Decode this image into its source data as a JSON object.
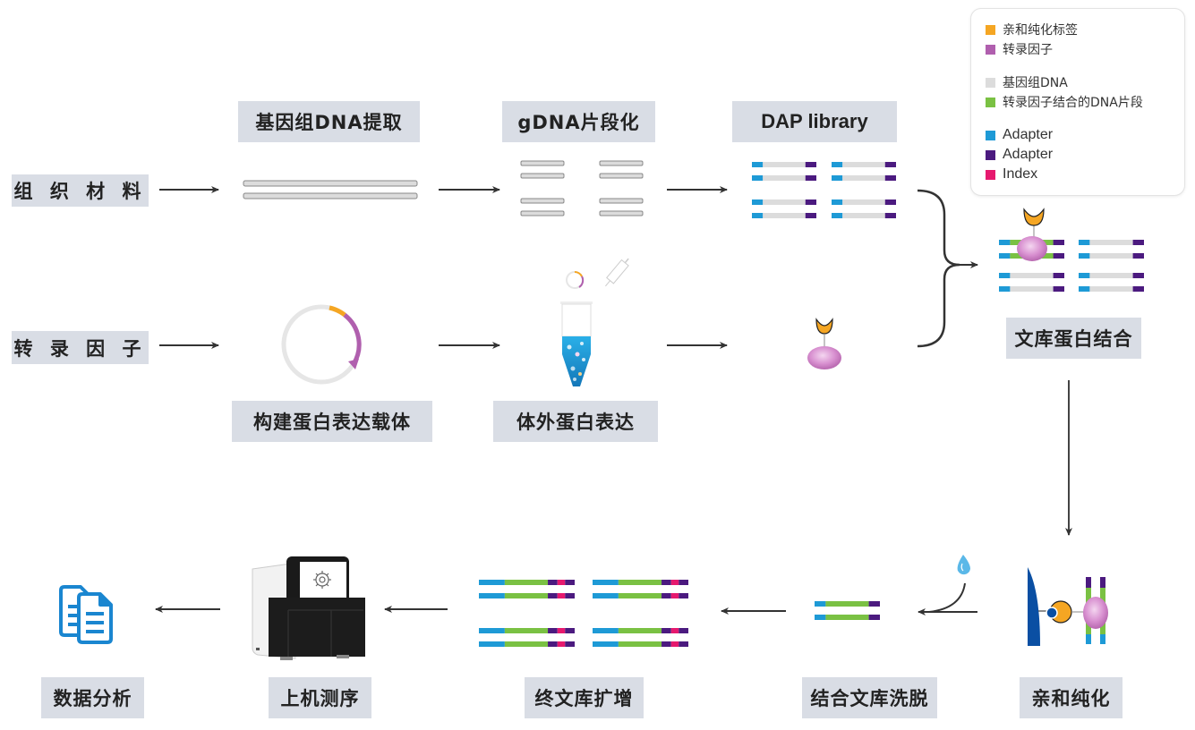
{
  "diagram": {
    "title": "DAP-seq workflow",
    "inputs": {
      "tissue": "组 织 材 料",
      "tf": "转 录 因 子"
    },
    "steps": {
      "gdna_extract": "基因组DNA提取",
      "gdna_fragment": "gDNA片段化",
      "dap_library": "DAP library",
      "vector_build": "构建蛋白表达载体",
      "invitro_express": "体外蛋白表达",
      "library_protein_binding": "文库蛋白结合",
      "affinity_purify": "亲和纯化",
      "elution": "结合文库洗脱",
      "amplification": "终文库扩增",
      "sequencing": "上机测序",
      "analysis": "数据分析"
    },
    "flow": [
      "组织材料 → 基因组DNA提取 → gDNA片段化 → DAP library",
      "转录因子 → 构建蛋白表达载体 → 体外蛋白表达 → 标签蛋白",
      "DAP library + 标签蛋白 → 文库蛋白结合",
      "文库蛋白结合 → 亲和纯化 → 结合文库洗脱 → 终文库扩增 → 上机测序 → 数据分析"
    ]
  },
  "legend": {
    "items": [
      {
        "label": "亲和纯化标签",
        "color": "#f5a623",
        "group": 1
      },
      {
        "label": "转录因子",
        "color": "#b05fae",
        "group": 1
      },
      {
        "label": "基因组DNA",
        "color": "#dcdcdc",
        "group": 2
      },
      {
        "label": "转录因子结合的DNA片段",
        "color": "#7ac143",
        "group": 2
      },
      {
        "label": "Adapter",
        "color": "#1e9ad6",
        "group": 3
      },
      {
        "label": "Adapter",
        "color": "#4b1a7f",
        "group": 3
      },
      {
        "label": "Index",
        "color": "#e6196e",
        "group": 3
      }
    ]
  },
  "colors": {
    "label_bg": "#d9dde5",
    "arrow": "#333333",
    "adapter_blue": "#1e9ad6",
    "adapter_purple": "#4b1a7f",
    "index_pink": "#e6196e",
    "gdna_grey": "#dcdcdc",
    "bound_green": "#7ac143",
    "tag_orange": "#f5a623",
    "tf_pink": "#b05fae",
    "bead_blue": "#0a4fa3",
    "doc_blue": "#1a86d0"
  }
}
